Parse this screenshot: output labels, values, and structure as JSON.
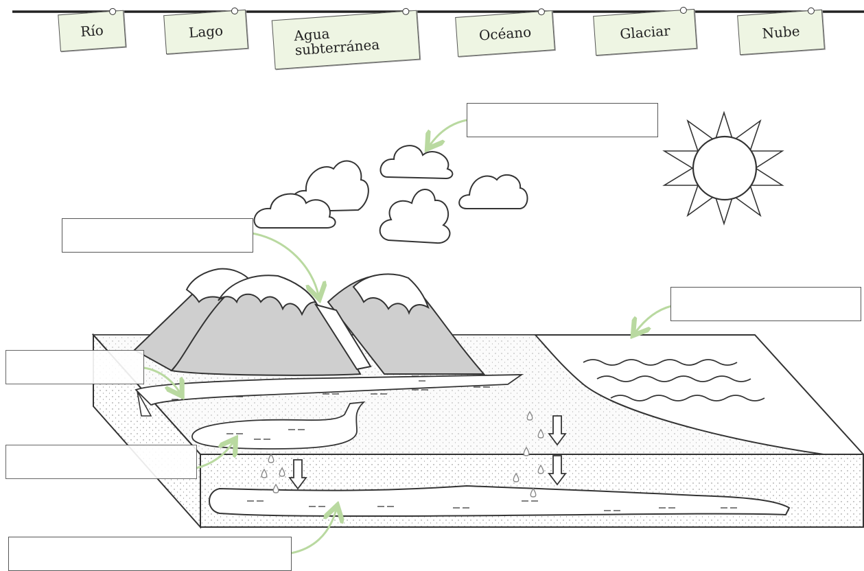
{
  "labels": {
    "rio": "Río",
    "lago": "Lago",
    "agua_subterranea": "Agua subterránea",
    "oceano": "Océano",
    "glaciar": "Glaciar",
    "nube": "Nube"
  },
  "colors": {
    "tag_fill": "#eef5e3",
    "arrow_green": "#b9d9a0",
    "mountain_grey": "#cfcfcf",
    "outline": "#333333"
  }
}
